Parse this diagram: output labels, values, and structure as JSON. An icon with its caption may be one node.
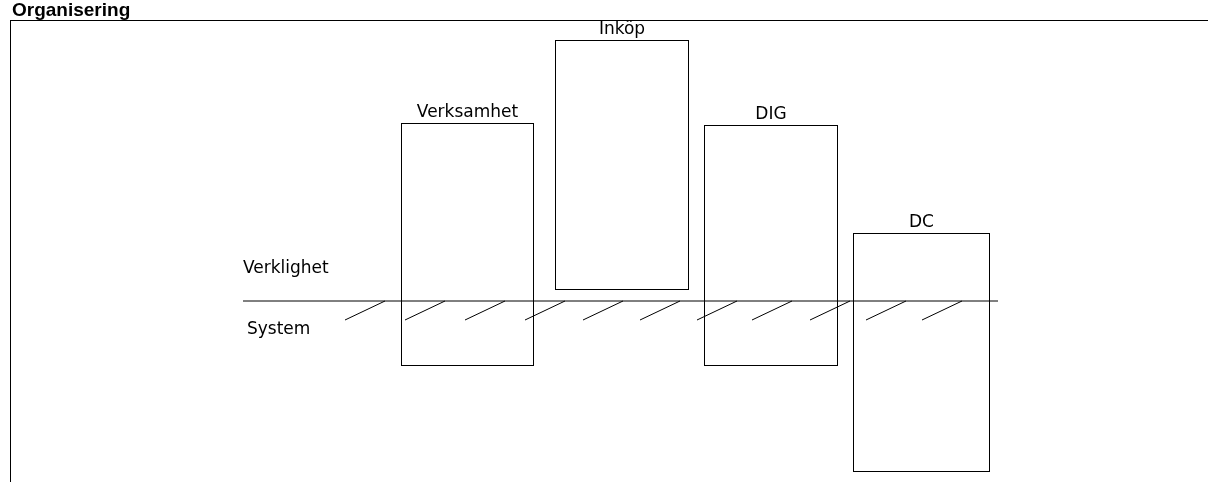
{
  "diagram": {
    "title": "Organisering",
    "nodes": [
      {
        "text": [
          "Verksamhet"
        ]
      },
      {
        "text": [
          "Inköp"
        ]
      },
      {
        "text": [
          "DIG"
        ]
      },
      {
        "text": [
          "DC"
        ]
      }
    ],
    "labels": [
      "Verklighet",
      "System"
    ]
  }
}
